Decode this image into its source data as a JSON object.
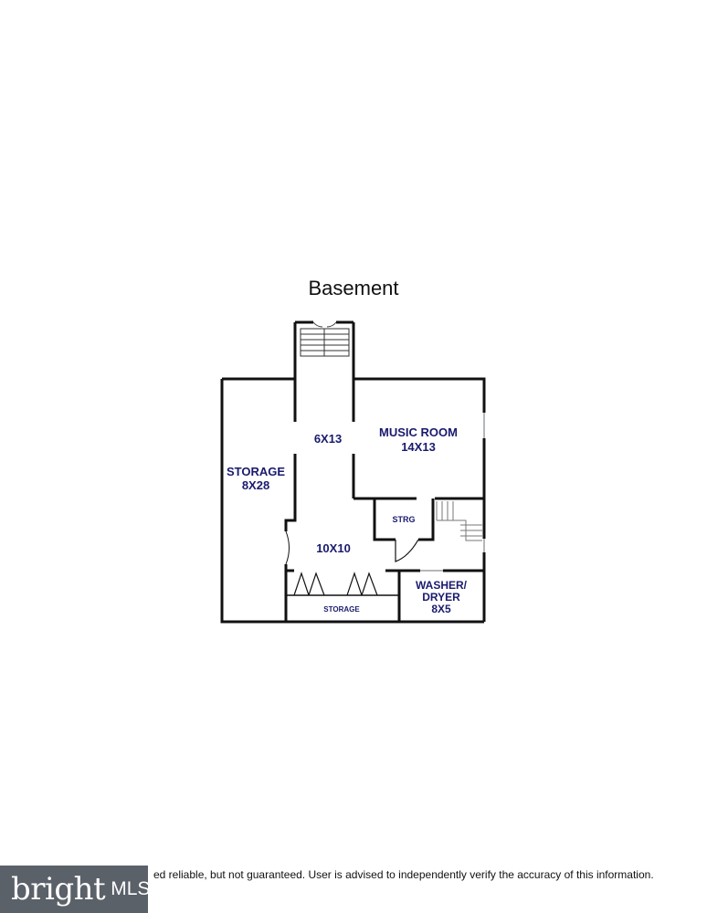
{
  "title": "Basement",
  "rooms": {
    "storage_left": {
      "name": "STORAGE",
      "size": "8X28"
    },
    "hall": {
      "size": "6X13"
    },
    "music_room": {
      "name": "MUSIC ROOM",
      "size": "14X13"
    },
    "strg": {
      "name": "STRG"
    },
    "center": {
      "size": "10X10"
    },
    "storage_closet": {
      "name": "STORAGE"
    },
    "washer_dryer": {
      "name_line1": "WASHER/",
      "name_line2": "DRYER",
      "size": "8X5"
    }
  },
  "footer": {
    "disclaimer": "ed reliable, but not guaranteed.  User is advised to independently verify the accuracy of this information.",
    "logo_text": "bright",
    "logo_suffix": "MLS"
  },
  "colors": {
    "label": "#1a1a6e",
    "wall": "#111111",
    "logo_bg": "#5b6169"
  }
}
